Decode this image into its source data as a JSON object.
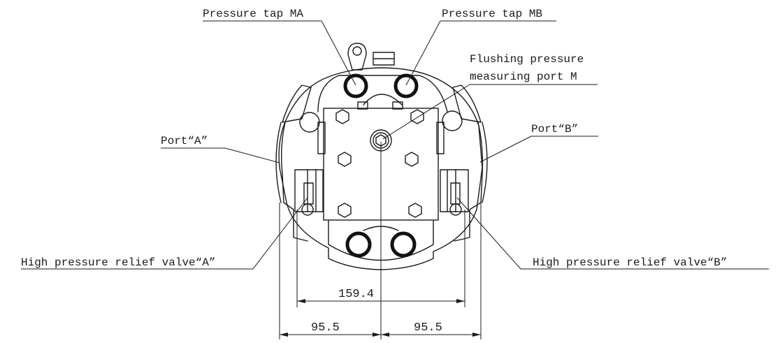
{
  "labels": {
    "pressure_tap_ma": "Pressure tap MA",
    "pressure_tap_mb": "Pressure tap MB",
    "flushing_line1": "Flushing pressure",
    "flushing_line2": "measuring port M",
    "port_a": "Port“A”",
    "port_b": "Port“B”",
    "relief_a": "High pressure relief valve“A”",
    "relief_b": "High pressure relief valve“B”"
  },
  "dimensions": {
    "inner_width": "159.4",
    "left_half": "95.5",
    "right_half": "95.5"
  }
}
